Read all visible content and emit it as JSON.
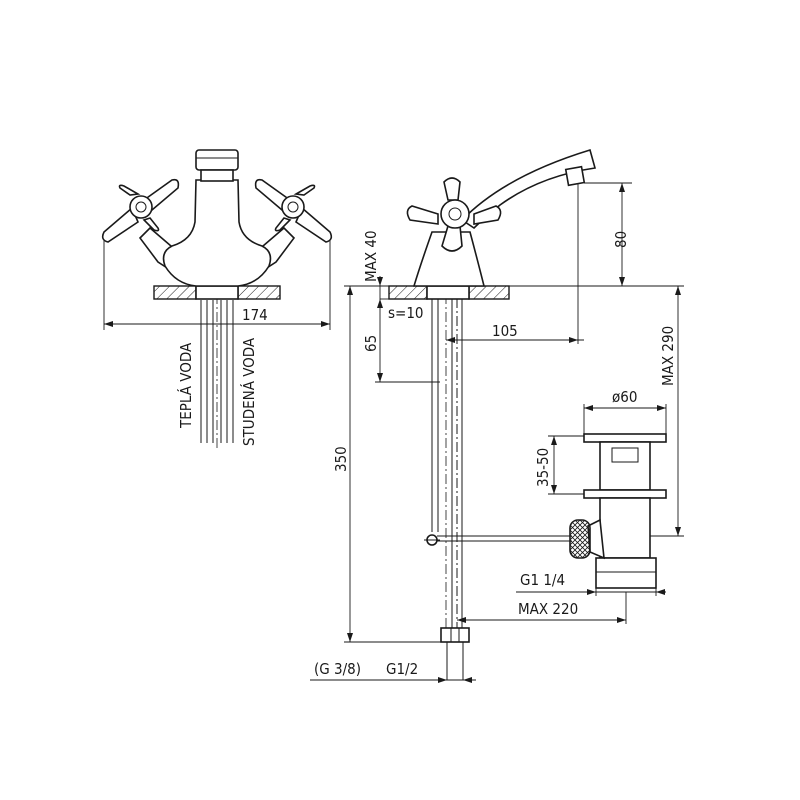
{
  "labels": {
    "warm_water": "TEPLÁ VODA",
    "cold_water": "STUDENÁ VODA",
    "width": "174",
    "max_40": "MAX 40",
    "s10": "s=10",
    "d65": "65",
    "d105": "105",
    "d80": "80",
    "max_290": "MAX 290",
    "d350": "350",
    "phi60": "ø60",
    "d35_50": "35-50",
    "g1_1_4": "G1 1/4",
    "max_220": "MAX 220",
    "g3_8": "(G 3/8)",
    "g1_2": "G1/2"
  }
}
